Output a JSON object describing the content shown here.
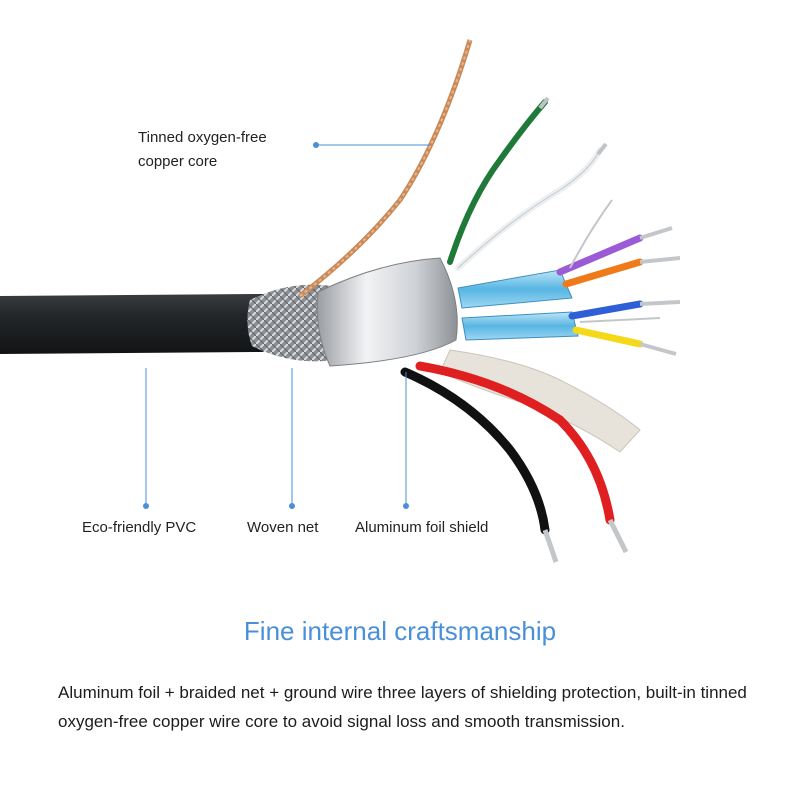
{
  "callouts": {
    "core": "Tinned oxygen-free copper core",
    "pvc": "Eco-friendly PVC",
    "woven_net": "Woven net",
    "foil_shield": "Aluminum foil shield"
  },
  "headline": "Fine internal craftsmanship",
  "description": "Aluminum foil + braided net + ground wire three layers of shielding protection, built-in tinned oxygen-free copper wire core to avoid signal loss and smooth transmission.",
  "colors": {
    "callout_line": "#4a90d9",
    "headline": "#4a90d9",
    "jacket": "#202224"
  }
}
